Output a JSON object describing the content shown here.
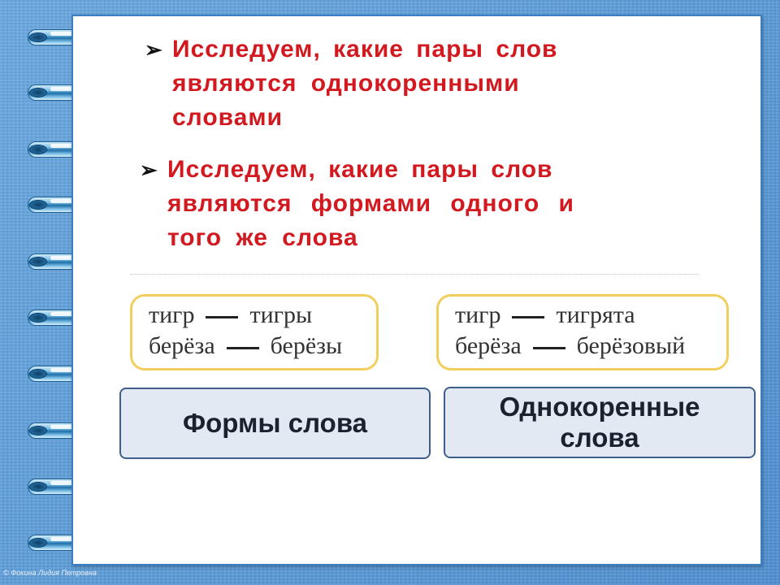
{
  "slide": {
    "bullet1": {
      "lines": [
        "Исследуем,  какие пары  слов",
        "являются  однокоренными",
        "словами"
      ]
    },
    "bullet2": {
      "lines": [
        "Исследуем,  какие пары  слов",
        "являются  формами  одного  и",
        "того  же  слова"
      ]
    },
    "pair_forms": {
      "row1": [
        "тигр",
        "тигры"
      ],
      "row2": [
        "берёза",
        "берёзы"
      ]
    },
    "pair_cognates": {
      "row1": [
        "тигр",
        "тигрята"
      ],
      "row2": [
        "берёза",
        "берёзовый"
      ]
    },
    "label_forms": "Формы слова",
    "label_cognates": [
      "Однокоренные",
      "слова"
    ],
    "copyright": "© Фокина Лидия Петровна"
  },
  "colors": {
    "background": "#5b9ad6",
    "page_border": "#3d7fc4",
    "bullet_text": "#d2191f",
    "pair_border": "#f2cf5c",
    "label_fill": "#e2e9f3",
    "label_border": "#3f5f8a"
  },
  "icons": {
    "bullet": "arrow-bullet-icon",
    "binding": "spiral-ring-icon"
  }
}
